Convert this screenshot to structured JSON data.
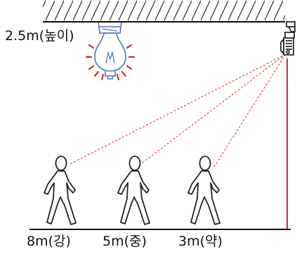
{
  "height_label": "2.5m(높이)",
  "distance_labels": {
    "far": "8m(강)",
    "mid": "5m(중)",
    "near": "3m(약)"
  },
  "colors": {
    "ray": "#e0262b",
    "bulb_rays": "#e0262b",
    "bulb_outline": "#4a76b8",
    "ink": "#222222",
    "pole": "#c8102e"
  },
  "icons": [
    "light-bulb-icon",
    "motion-sensor-icon",
    "person-walking-icon"
  ]
}
